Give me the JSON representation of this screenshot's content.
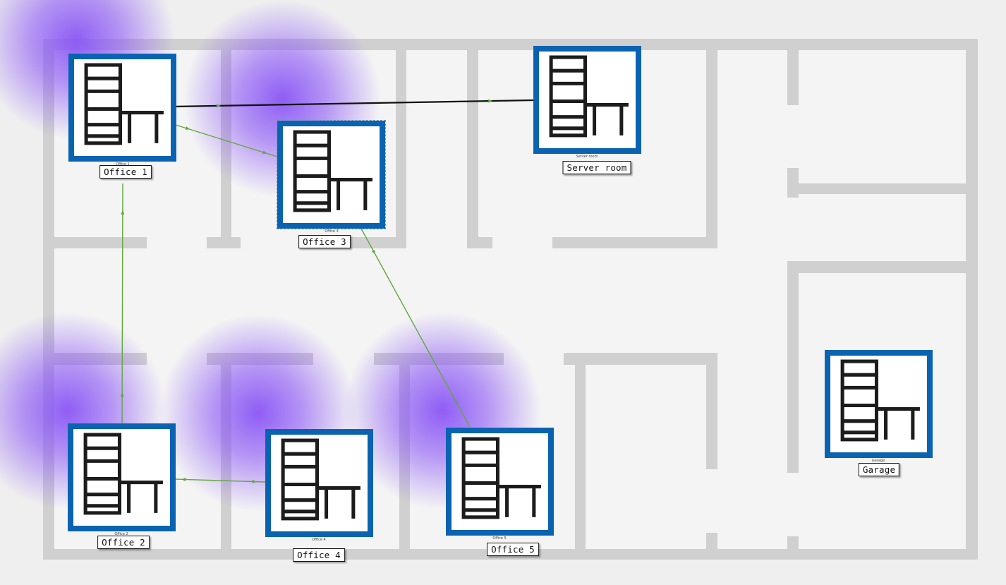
{
  "colors": {
    "background": "#efefef",
    "floor": "#f4f4f4",
    "wall": "#d0d0d0",
    "node_border": "#0a63b0",
    "link_green": "#5fa83c",
    "link_black": "#111111",
    "heat": "#8a55f5"
  },
  "icon": "shelf-and-desk-icon",
  "nodes": [
    {
      "id": "office1",
      "label": "Office 1",
      "caption": "Office 1",
      "heatmap": true
    },
    {
      "id": "office3",
      "label": "Office 3",
      "caption": "Office 3",
      "heatmap": true,
      "selected": true
    },
    {
      "id": "server",
      "label": "Server room",
      "caption": "Server room",
      "heatmap": false
    },
    {
      "id": "office2",
      "label": "Office 2",
      "caption": "Office 2",
      "heatmap": true
    },
    {
      "id": "office4",
      "label": "Office 4",
      "caption": "Office 4",
      "heatmap": true
    },
    {
      "id": "office5",
      "label": "Office 5",
      "caption": "Office 5",
      "heatmap": true
    },
    {
      "id": "garage",
      "label": "Garage",
      "caption": "Garage",
      "heatmap": false
    }
  ],
  "links": [
    {
      "from": "office1",
      "to": "server",
      "style": "black"
    },
    {
      "from": "office1",
      "to": "office3",
      "style": "green"
    },
    {
      "from": "office2",
      "to": "office1",
      "style": "green"
    },
    {
      "from": "office2",
      "to": "office4",
      "style": "green"
    },
    {
      "from": "office3",
      "to": "office5",
      "style": "green"
    }
  ]
}
